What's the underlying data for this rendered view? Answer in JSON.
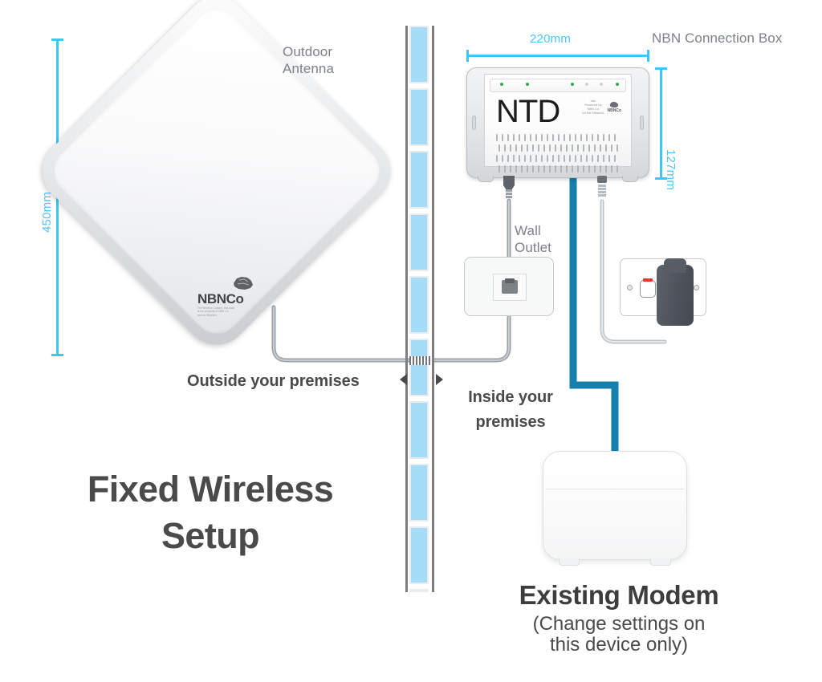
{
  "diagram": {
    "title_line1": "Fixed Wireless",
    "title_line2": "Setup"
  },
  "labels": {
    "outdoor_antenna": "Outdoor\nAntenna",
    "nbn_connection_box": "NBN Connection Box",
    "wall_outlet": "Wall\nOutlet",
    "outside_premises": "Outside your premises",
    "inside_premises_line1": "Inside your",
    "inside_premises_line2": "premises",
    "modem_title": "Existing Modem",
    "modem_note_line1": "(Change settings on",
    "modem_note_line2": "this device only)"
  },
  "dimensions": {
    "antenna_height": "450mm",
    "ntd_width": "220mm",
    "ntd_height": "127mm"
  },
  "devices": {
    "antenna_brand": "NBNCo",
    "antenna_fineprint": "The Nbnbox Custom, this data\nis the property of NBN Co\nand its Retailers",
    "ntd_word": "NTD",
    "ntd_brand_line1": "nbn",
    "ntd_brand_line2": "Powered by\nNBN Co",
    "ntd_brand_line3": "for the Network",
    "ntd_brand_logo": "NBNCo"
  },
  "colors": {
    "dimension": "#3ec6f5",
    "ethernet_cable": "#1580ad",
    "coax_cable": "#8b9095",
    "brick": "#a5dcf7",
    "text_dark": "#4a4a4a",
    "text_grey": "#7b8287"
  },
  "icons": {
    "arrow_left": "arrow-left-icon",
    "arrow_right": "arrow-right-icon",
    "rj_jack": "rj11-jack-icon",
    "power_plug": "power-plug-icon"
  }
}
